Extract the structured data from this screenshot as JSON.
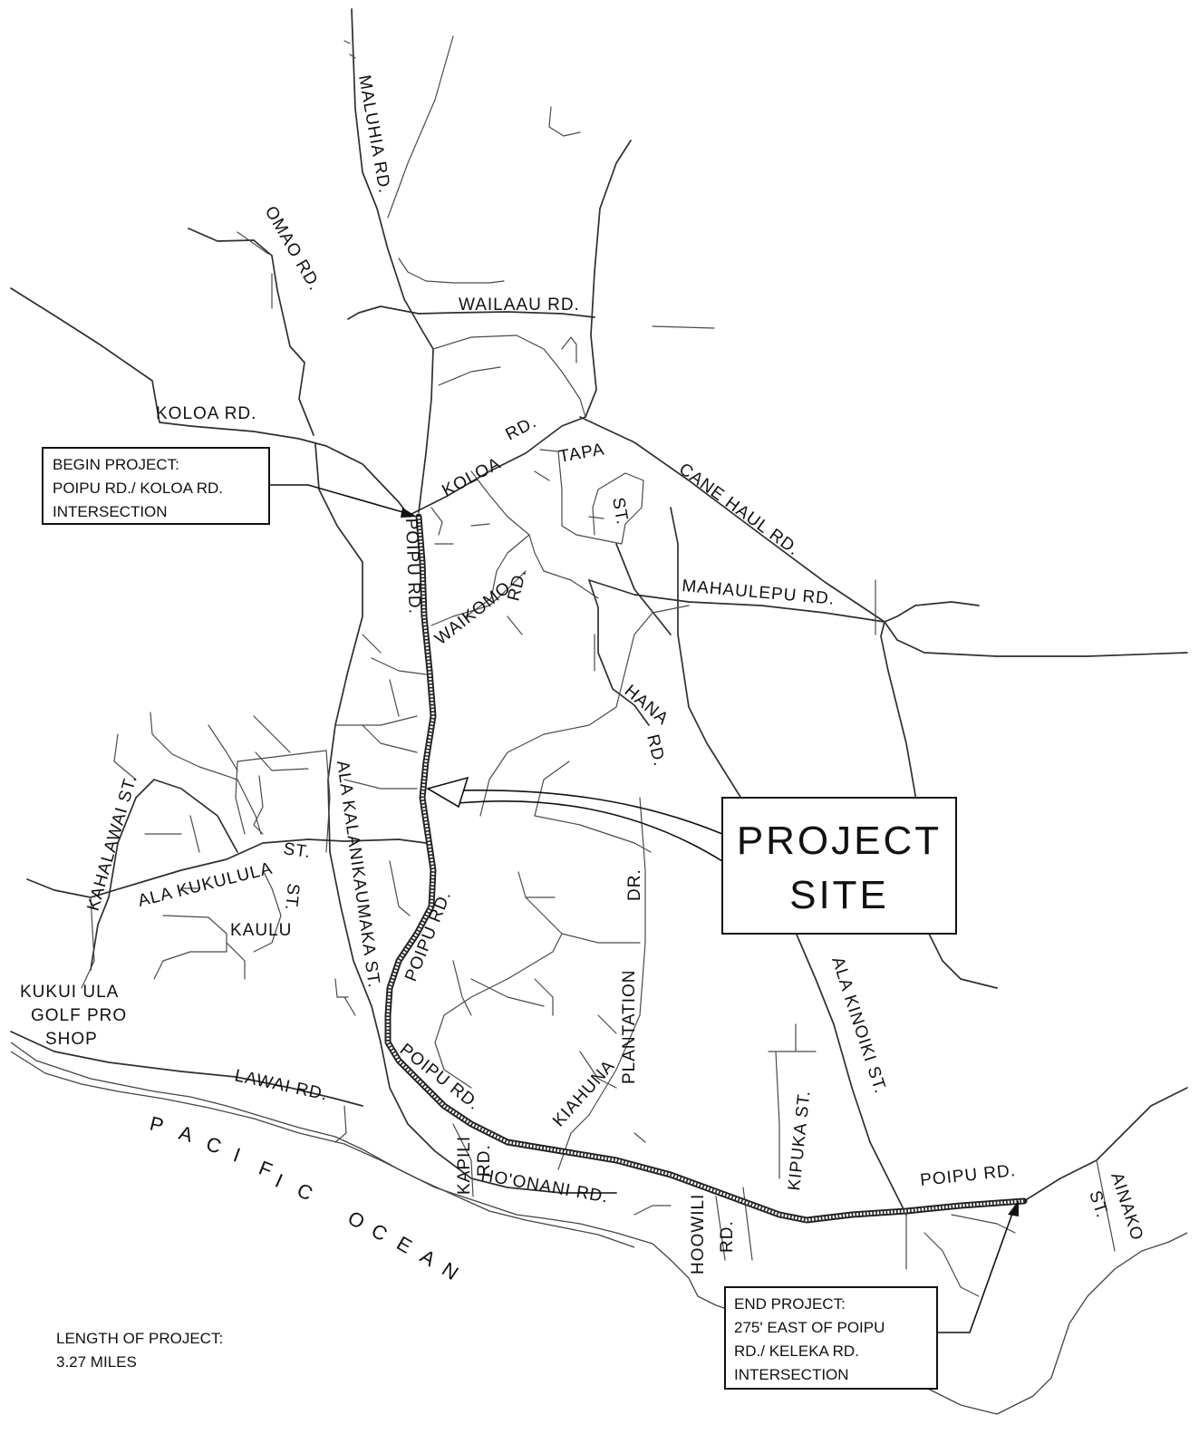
{
  "map": {
    "roads": {
      "maluhia": "MALUHIA RD.",
      "omao": "OMAO RD.",
      "wailaau": "WAILAAU RD.",
      "koloa_w": "KOLOA RD.",
      "koloa_e1": "KOLOA",
      "koloa_e2": "RD.",
      "tapa1": "TAPA",
      "tapa2": "ST.",
      "cane_haul": "CANE HAUL RD.",
      "poipu_n": "POIPU RD.",
      "waikomo1": "WAIKOMO",
      "waikomo2": "RD.",
      "mahaulepu": "MAHAULEPU RD.",
      "hana1": "HANA",
      "hana2": "RD.",
      "kahalawai": "KAHALAWAI ST.",
      "ala_kalanikaumaka1": "ALA KALANIKAUMAKA ST.",
      "ala_kukulula": "ALA KUKULULA",
      "ala_kukulula_st": "ST.",
      "kaulu": "KAULU",
      "kaulu_st": "ST.",
      "poipu_mid": "POIPU RD.",
      "dr": "DR.",
      "plantation": "PLANTATION",
      "kiahuna": "KIAHUNA",
      "ala_kinoiki": "ALA KINOIKI ST.",
      "lawai": "LAWAI RD.",
      "poipu_s": "POIPU RD.",
      "kapili1": "KAPILI",
      "kapili2": "RD.",
      "hoonani": "HO'ONANI RD.",
      "hoowili1": "HOOWILI",
      "hoowili2": "RD.",
      "kipuka": "KIPUKA ST.",
      "poipu_e": "POIPU RD.",
      "ainako1": "AINAKO",
      "ainako2": "ST.",
      "golf1": "KUKUI ULA",
      "golf2": "GOLF PRO",
      "golf3": "SHOP"
    },
    "ocean": [
      "P",
      "A",
      "C",
      "I",
      "F",
      "I",
      "C",
      "O",
      "C",
      "E",
      "A",
      "N"
    ],
    "begin_box": {
      "line1": "BEGIN PROJECT:",
      "line2": "POIPU RD./ KOLOA RD.",
      "line3": "INTERSECTION"
    },
    "site_box": {
      "line1": "PROJECT",
      "line2": "SITE"
    },
    "end_box": {
      "line1": "END PROJECT:",
      "line2": "275' EAST OF POIPU",
      "line3": "RD./ KELEKA RD.",
      "line4": "INTERSECTION"
    },
    "length": {
      "line1": "LENGTH OF PROJECT:",
      "line2": "3.27 MILES"
    }
  }
}
